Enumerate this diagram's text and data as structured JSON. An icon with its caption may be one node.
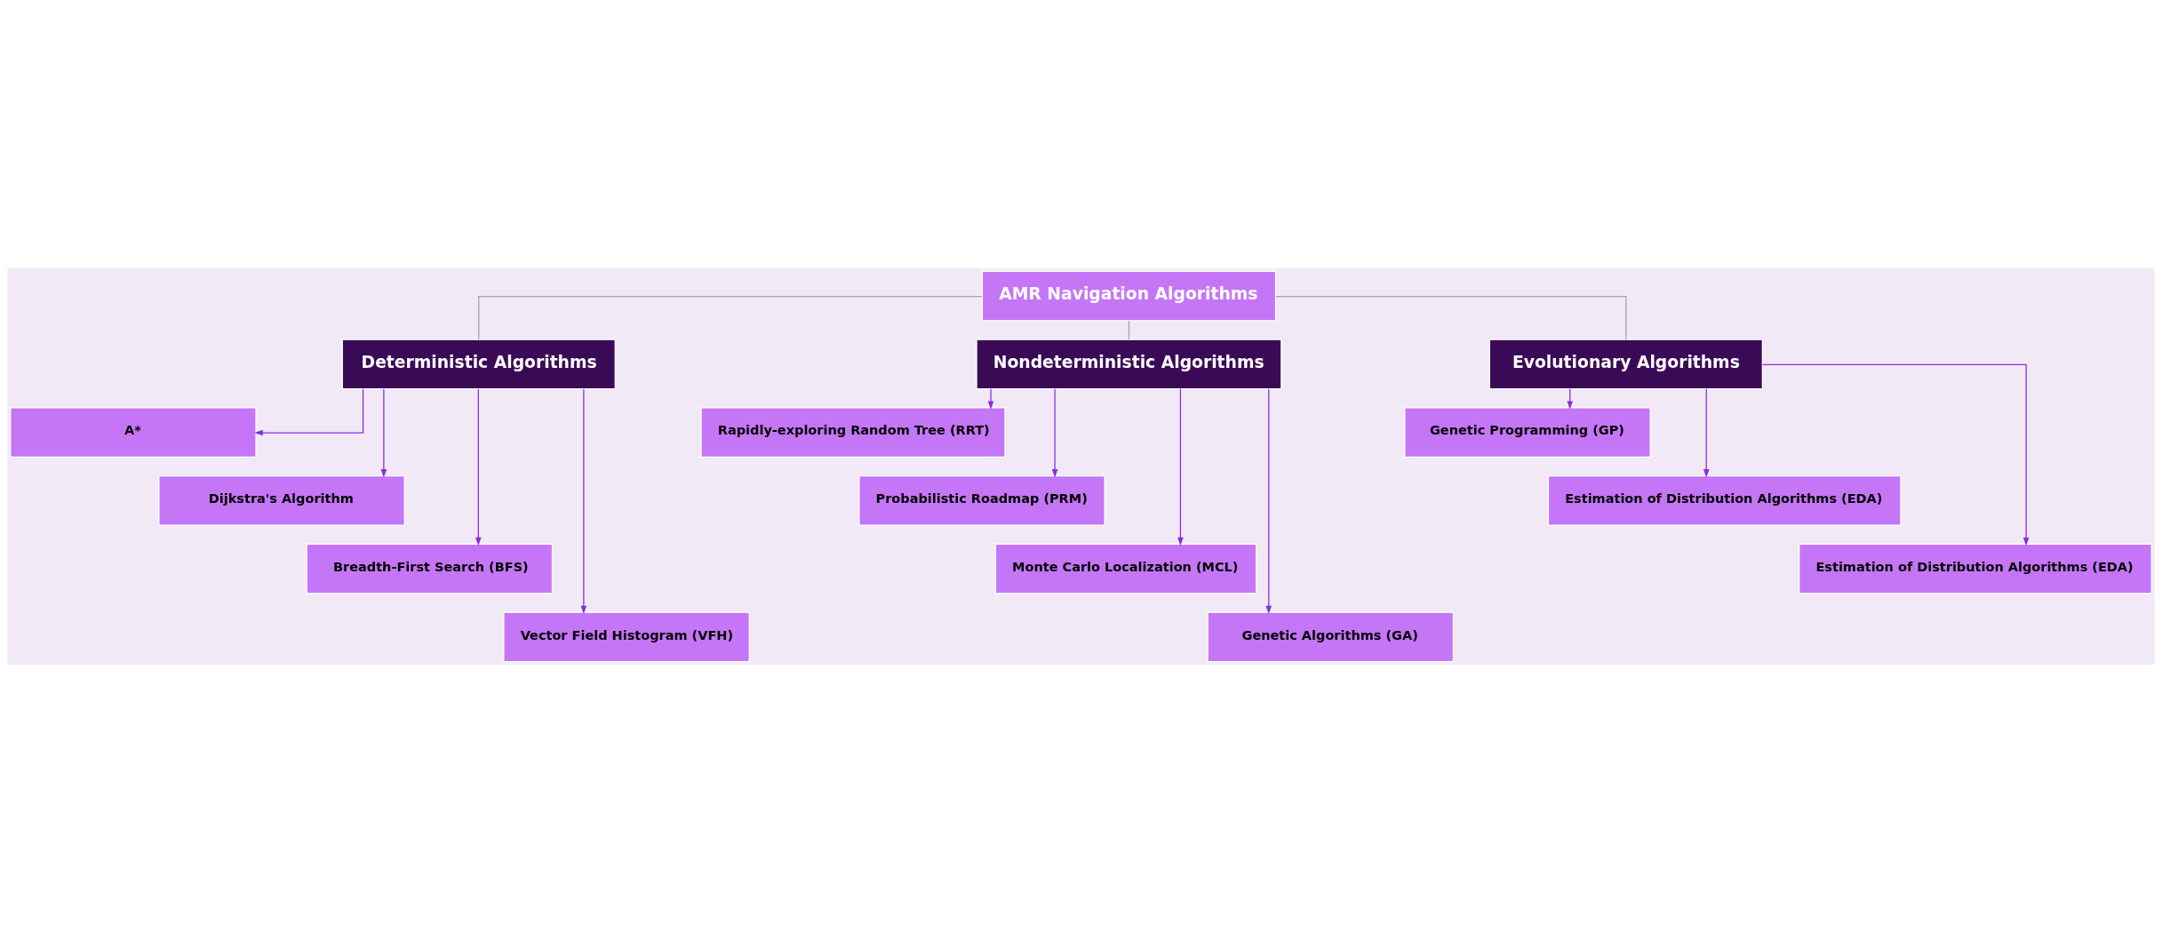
{
  "diagram": {
    "nodes": [
      {
        "text": [
          "AMR Navigation Algorithms"
        ]
      },
      {
        "text": [
          "Deterministic Algorithms"
        ]
      },
      {
        "text": [
          "Nondeterministic Algorithms"
        ]
      },
      {
        "text": [
          "Evolutionary Algorithms"
        ]
      },
      {
        "text": [
          "A*"
        ]
      },
      {
        "text": [
          "Dijkstra's Algorithm"
        ]
      },
      {
        "text": [
          "Breadth-First Search (BFS)"
        ]
      },
      {
        "text": [
          "Vector Field Histogram (VFH)"
        ]
      },
      {
        "text": [
          "Rapidly-exploring Random Tree (RRT)"
        ]
      },
      {
        "text": [
          "Probabilistic Roadmap (PRM)"
        ]
      },
      {
        "text": [
          "Monte Carlo Localization (MCL)"
        ]
      },
      {
        "text": [
          "Genetic Algorithms (GA)"
        ]
      },
      {
        "text": [
          "Genetic Programming (GP)"
        ]
      },
      {
        "text": [
          "Estimation of Distribution Algorithms (EDA)"
        ]
      },
      {
        "text": [
          "Estimation of Distribution Algorithms (EDA)"
        ]
      }
    ],
    "edges": [
      {
        "from": 0,
        "to": 1,
        "arrow": "none",
        "color": "#a99bb5"
      },
      {
        "from": 0,
        "to": 2,
        "arrow": "none",
        "color": "#a99bb5"
      },
      {
        "from": 0,
        "to": 3,
        "arrow": "none",
        "color": "#a99bb5"
      },
      {
        "from": 1,
        "to": 4,
        "arrow": "to"
      },
      {
        "from": 1,
        "to": 5,
        "arrow": "to"
      },
      {
        "from": 1,
        "to": 6,
        "arrow": "to"
      },
      {
        "from": 1,
        "to": 7,
        "arrow": "to"
      },
      {
        "from": 2,
        "to": 8,
        "arrow": "to"
      },
      {
        "from": 2,
        "to": 9,
        "arrow": "to"
      },
      {
        "from": 2,
        "to": 10,
        "arrow": "to"
      },
      {
        "from": 2,
        "to": 11,
        "arrow": "to"
      },
      {
        "from": 3,
        "to": 12,
        "arrow": "to"
      },
      {
        "from": 3,
        "to": 13,
        "arrow": "to"
      },
      {
        "from": 3,
        "to": 14,
        "arrow": "to"
      }
    ]
  }
}
